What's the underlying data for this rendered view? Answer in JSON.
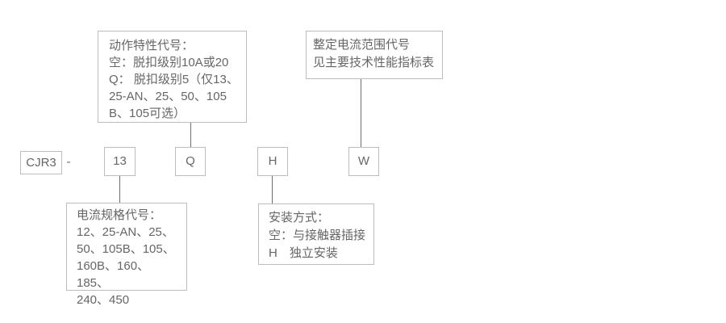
{
  "diagram": {
    "title": "CJR3 model designation scheme",
    "colors": {
      "background": "#ffffff",
      "box_border": "#bdbdbd",
      "connector_line": "#6e6e6e",
      "text": "#666666"
    },
    "model_code": {
      "prefix": "CJR3",
      "separator": "-",
      "segments": [
        {
          "id": "current-spec-code",
          "value": "13"
        },
        {
          "id": "action-characteristic-code",
          "value": "Q"
        },
        {
          "id": "mounting-mode-code",
          "value": "H"
        },
        {
          "id": "setting-current-range-code",
          "value": "W"
        }
      ]
    },
    "callouts": {
      "action_characteristic": {
        "text": "动作特性代号：\n空：脱扣级别10A或20\nQ： 脱扣级别5（仅13、\n25-AN、25、50、105\nB、105可选）"
      },
      "setting_current_range": {
        "text": "整定电流范围代号\n见主要技术性能指标表"
      },
      "current_spec": {
        "text": "电流规格代号：\n12、25-AN、25、\n50、105B、105、\n160B、160、185、\n240、450"
      },
      "mounting_mode": {
        "text": "安装方式：\n空：与接触器插接\nH　独立安装"
      }
    }
  }
}
